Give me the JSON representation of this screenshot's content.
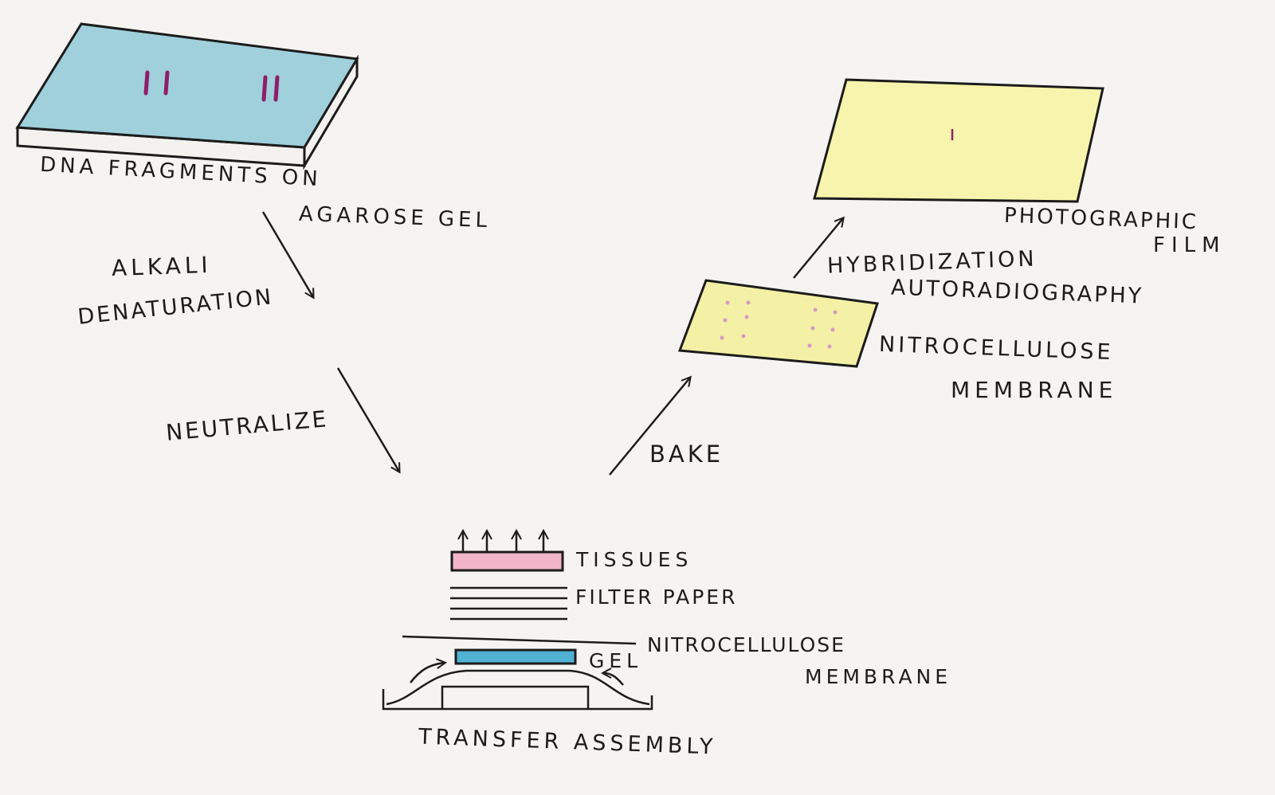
{
  "colors": {
    "gel_blue": "#9fd0dc",
    "band_purple": "#8e1f66",
    "membrane_yellow": "#f4f1a6",
    "film_yellow": "#f7f4ad",
    "tissue_pink": "#f2b5c9",
    "gel_strip_blue": "#4fb2d3",
    "ink": "#1c1c1c"
  },
  "labels": {
    "dna_line1": "DNA FRAGMENTS ON",
    "dna_line2": "AGAROSE GEL",
    "alkali_line1": "ALKALI",
    "alkali_line2": "DENATURATION",
    "neutralize": "NEUTRALIZE",
    "tissues": "TISSUES",
    "filter_paper": "FILTER PAPER",
    "assembly_membrane_line1": "NITROCELLULOSE",
    "assembly_membrane_line2": "MEMBRANE",
    "assembly_gel": "GEL",
    "transfer_assembly": "TRANSFER ASSEMBLY",
    "bake": "BAKE",
    "membrane_line1": "NITROCELLULOSE",
    "membrane_line2": "MEMBRANE",
    "hybridization_line1": "HYBRIDIZATION",
    "hybridization_line2": "AUTORADIOGRAPHY",
    "film_line1": "PHOTOGRAPHIC",
    "film_line2": "FILM"
  }
}
